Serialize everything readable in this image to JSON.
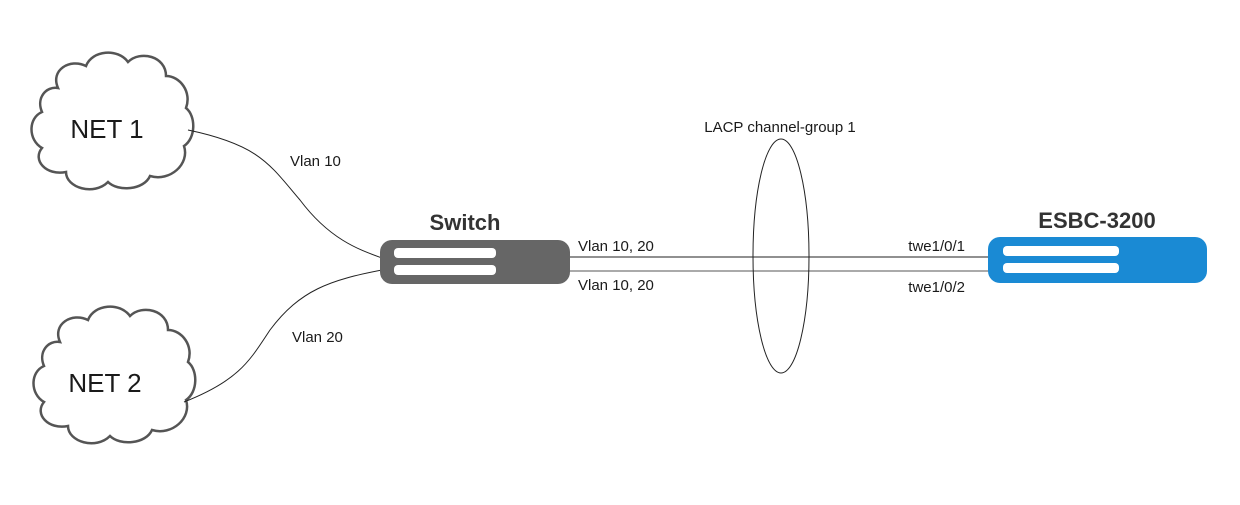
{
  "diagram": {
    "clouds": [
      {
        "id": "net1",
        "label": "NET 1"
      },
      {
        "id": "net2",
        "label": "NET 2"
      }
    ],
    "devices": {
      "switch": {
        "title": "Switch",
        "color": "#666666"
      },
      "esbc": {
        "title": "ESBC-3200",
        "color": "#1a8ad4"
      }
    },
    "links": {
      "net1_vlan": "Vlan 10",
      "net2_vlan": "Vlan 20",
      "trunk1_vlan": "Vlan 10, 20",
      "trunk2_vlan": "Vlan 10, 20",
      "port1": "twe1/0/1",
      "port2": "twe1/0/2"
    },
    "lacp_label": "LACP channel-group 1"
  }
}
